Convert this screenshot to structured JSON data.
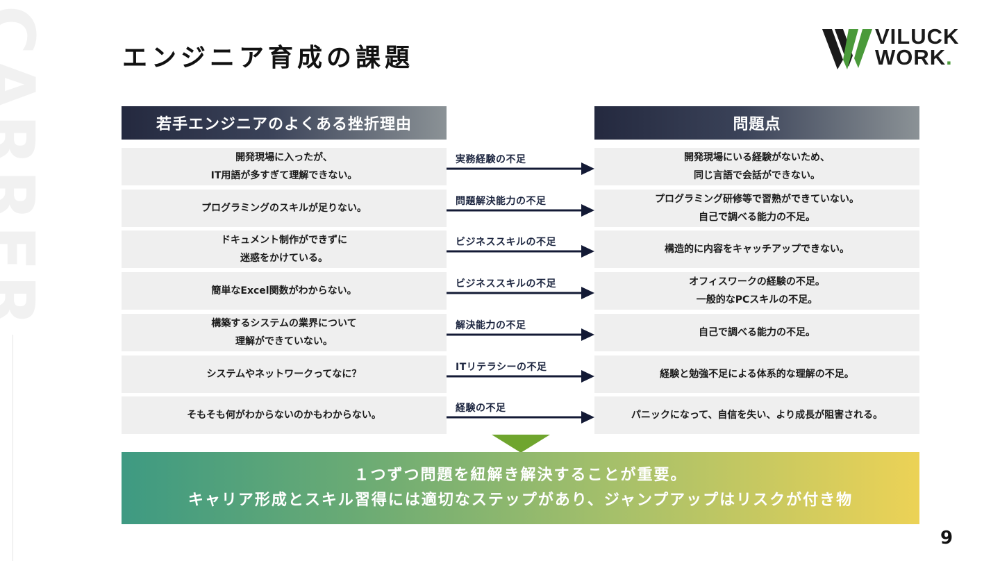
{
  "side_word": "CARRER",
  "title": "エンジニア育成の課題",
  "logo": {
    "line1": "VILUCK",
    "line2": "WORK",
    "dot": ".",
    "colors": {
      "dark": "#1a1a1a",
      "green": "#4a9a3a"
    }
  },
  "headers": {
    "left": "若手エンジニアのよくある挫折理由",
    "right": "問題点"
  },
  "rows": [
    {
      "reason": "開発現場に入ったが、\nIT用語が多すぎて理解できない。",
      "label": "実務経験の不足",
      "problem": "開発現場にいる経験がないため、\n同じ言語で会話ができない。"
    },
    {
      "reason": "プログラミングのスキルが足りない。",
      "label": "問題解決能力の不足",
      "problem": "プログラミング研修等で習熟ができていない。\n自己で調べる能力の不足。"
    },
    {
      "reason": "ドキュメント制作ができずに\n迷惑をかけている。",
      "label": "ビジネススキルの不足",
      "problem": "構造的に内容をキャッチアップできない。"
    },
    {
      "reason": "簡単なExcel関数がわからない。",
      "label": "ビジネススキルの不足",
      "problem": "オフィスワークの経験の不足。\n一般的なPCスキルの不足。"
    },
    {
      "reason": "構築するシステムの業界について\n理解ができていない。",
      "label": "解決能力の不足",
      "problem": "自己で調べる能力の不足。"
    },
    {
      "reason": "システムやネットワークってなに？",
      "label": "ITリテラシーの不足",
      "problem": "経験と勉強不足による体系的な理解の不足。"
    },
    {
      "reason": "そもそも何がわからないのかもわからない。",
      "label": "経験の不足",
      "problem": "パニックになって、自信を失い、より成長が阻害される。"
    }
  ],
  "conclusion": {
    "line1": "１つずつ問題を紐解き解決することが重要。",
    "line2": "キャリア形成とスキル習得には適切なステップがあり、ジャンプアップはリスクが付き物"
  },
  "page_number": "9",
  "colors": {
    "header_dark": "#24293f",
    "arrow": "#131a35",
    "triangle": "#6fa52e",
    "cell_bg": "#efefef"
  }
}
